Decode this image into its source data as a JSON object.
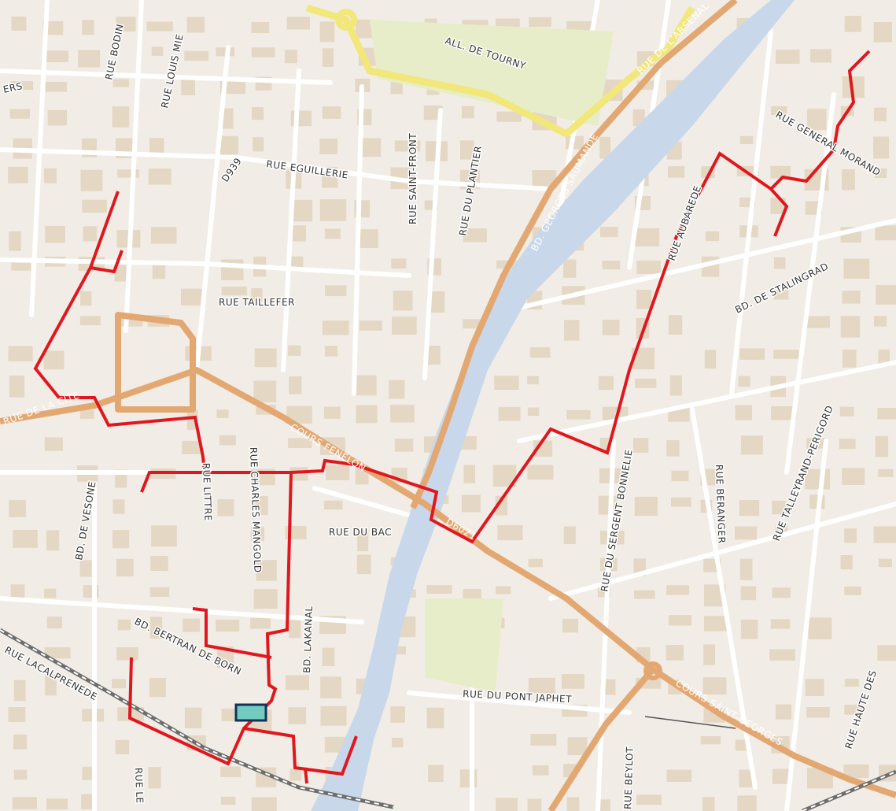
{
  "colors": {
    "background": "#f1ede6",
    "block": "#e4d7c4",
    "park": "#e7edc9",
    "river": "#c8d8ea",
    "major_road": "#e3a872",
    "primary_road": "#f2e77a",
    "route": "#e0171e",
    "marker_fill": "#72cbbf",
    "marker_stroke": "#12305a",
    "railway": "#6e6e6e"
  },
  "labels": {
    "rue_bodin": "RUE BODIN",
    "rue_louis_mie": "RUE LOUIS MIE",
    "ers": "ERS",
    "all_de_tourny": "ALL. DE TOURNY",
    "rue_de_l_arsenal": "RUE DE L'ARSENAL",
    "rue_saint_front": "RUE SAINT-FRONT",
    "rue_du_plantier": "RUE DU PLANTIER",
    "rue_eguillerie": "RUE EGUILLERIE",
    "d939": "D939",
    "bd_georges_saumande": "BD. GEORGES SAUMANDE",
    "rue_general_morand": "RUE GENERAL MORAND",
    "rue_aubarede": "RUE AUBAREDE",
    "bd_de_stalingrad": "BD. DE STALINGRAD",
    "rue_taillefer": "RUE TAILLEFER",
    "rue_de_la_cite": "RUE DE LA CITE",
    "cours_fenelon": "COURS FENELON",
    "rue_littre": "RUE LITTRE",
    "rue_charles_mangold": "RUE CHARLES MANGOLD",
    "bd_de_vesone": "BD. DE VESONE",
    "rue_du_bac": "RUE DU BAC",
    "d6021": "D6021",
    "rue_du_sergent_bonnelie": "RUE DU SERGENT BONNELIE",
    "rue_beranger": "RUE BERANGER",
    "rue_talleyrand_perigord": "RUE TALLEYRAND-PERIGORD",
    "bd_lakanal": "BD. LAKANAL",
    "bd_bertran_de_born": "BD. BERTRAN DE BORN",
    "rue_lacalprenede": "RUE LACALPRENEDE",
    "rue_du_pont_japhet": "RUE DU PONT JAPHET",
    "cours_saint_georges": "COURS SAINT-GEORGES",
    "rue_haute_des": "RUE HAUTE DES",
    "rue_beylot": "RUE BEYLOT",
    "rue_le": "RUE LE"
  }
}
